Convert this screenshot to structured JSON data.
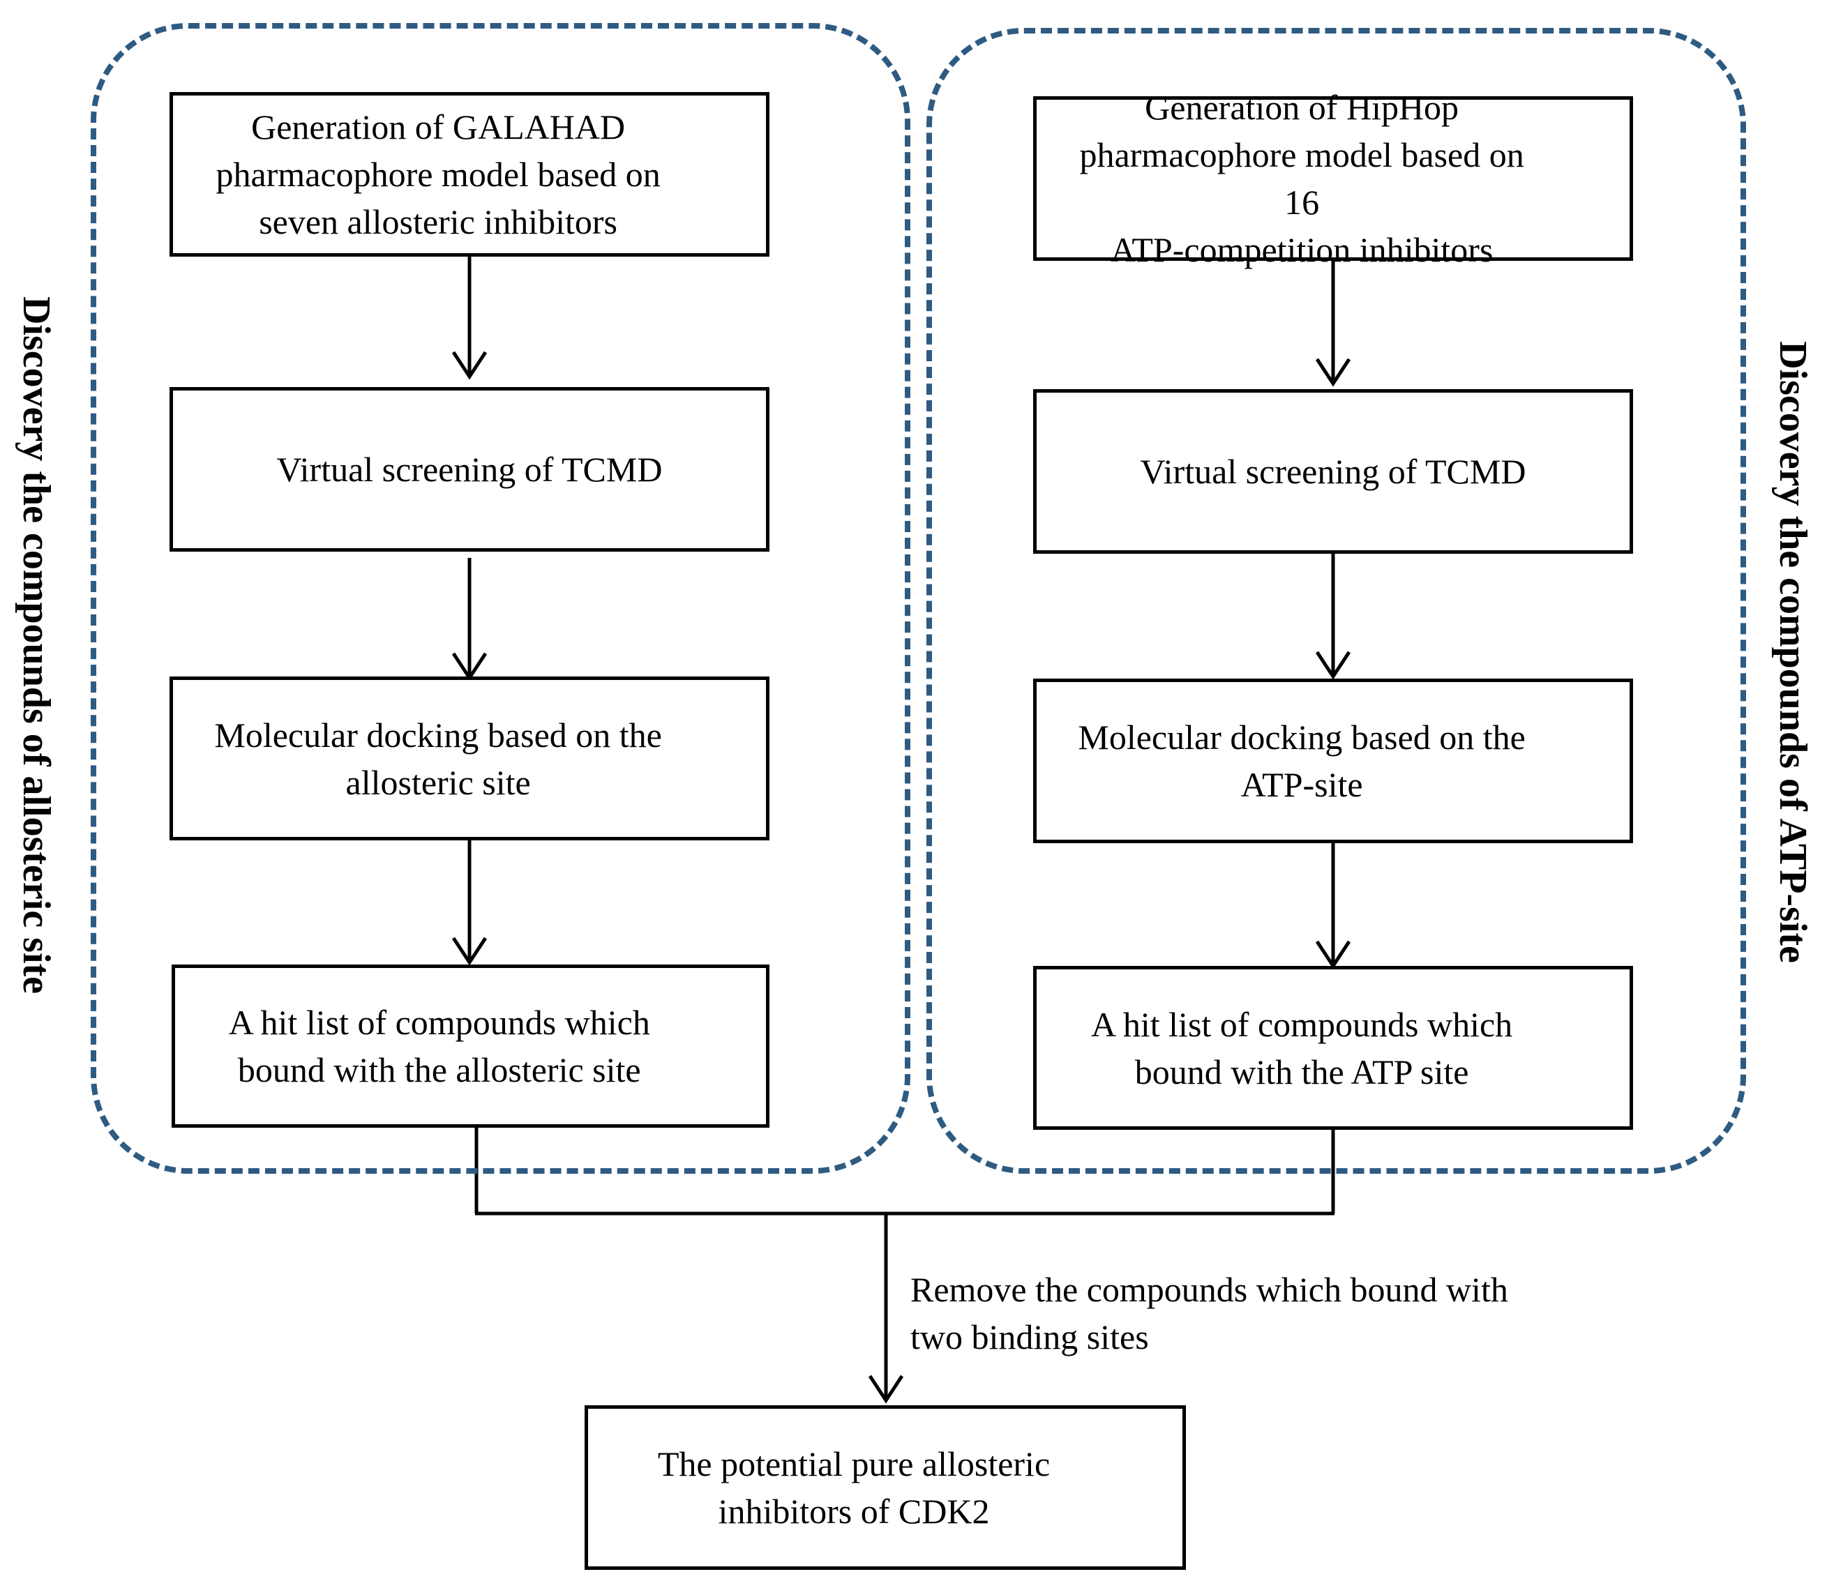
{
  "groups": {
    "left": {
      "label": "Discovery the compounds of allosteric site"
    },
    "right": {
      "label": "Discovery the compounds of ATP-site"
    }
  },
  "left_steps": [
    {
      "line1": "Generation of  GALAHAD",
      "line2": "pharmacophore  model based on",
      "line3": "seven allosteric inhibitors"
    },
    {
      "line1": "Virtual  screening  of TCMD"
    },
    {
      "line1": "Molecular   docking based on the",
      "line2": "allosteric  site"
    },
    {
      "line1": "A hit list of compounds which",
      "line2": "bound with the allosteric  site"
    }
  ],
  "right_steps": [
    {
      "line1": "Generation of  HipHop",
      "line2": "pharmacophore  model based on 16",
      "line3": "ATP-competition   inhibitors"
    },
    {
      "line1": "Virtual  screening  of TCMD"
    },
    {
      "line1": "Molecular   docking based on the",
      "line2": "ATP-site"
    },
    {
      "line1": "A hit list of compounds which",
      "line2": "bound with the ATP site"
    }
  ],
  "merge_label": {
    "line1": "Remove the compounds which bound with",
    "line2": "two binding sites"
  },
  "final_step": {
    "line1": "The potential pure allosteric",
    "line2": "inhibitors of CDK2"
  },
  "colors": {
    "dashed_border": "#2e5b82",
    "box_border": "#000000",
    "arrow": "#000000"
  }
}
